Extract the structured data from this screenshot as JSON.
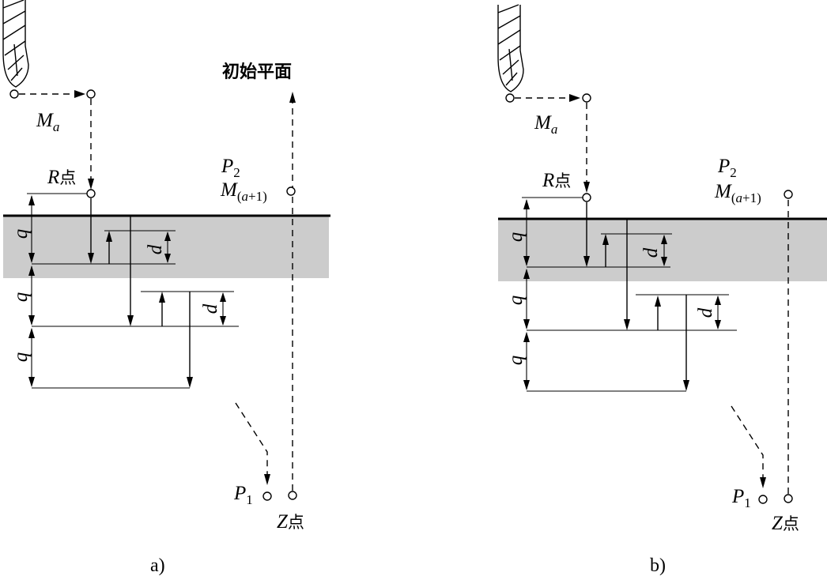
{
  "labels": {
    "initial_plane": "初始平面",
    "ma_main": "M",
    "ma_sub": "a",
    "r_point_letter": "R",
    "r_point_suffix": "点",
    "p2_main": "P",
    "p2_sub": "2",
    "m_next_main": "M",
    "m_next_open": "(",
    "m_next_var": "a",
    "m_next_close": "+1)",
    "q": "q",
    "d": "d",
    "p1_main": "P",
    "p1_sub": "1",
    "z_point_letter": "Z",
    "z_point_suffix": "点"
  },
  "captions": {
    "left": "a)",
    "right": "b)"
  },
  "colors": {
    "workpiece": "#cccccc",
    "ink": "#000000",
    "background": "#ffffff"
  }
}
